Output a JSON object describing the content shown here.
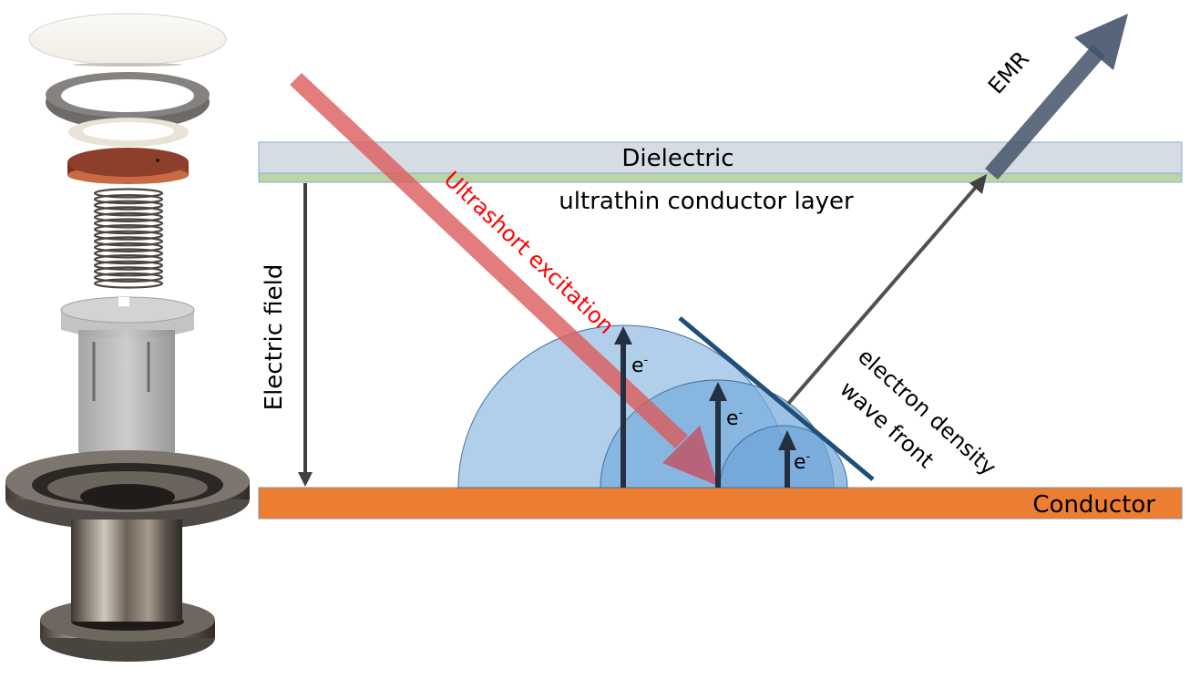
{
  "figure": {
    "description": "Exploded assembly render and schematic of ultrashort-excitation electron density wave emission",
    "assembly": {
      "parts": [
        {
          "name": "window-disc",
          "color": "#f7f4ee"
        },
        {
          "name": "gasket-ring",
          "color": "#6f6c6a"
        },
        {
          "name": "insulator-ring",
          "color": "#f1ebe1"
        },
        {
          "name": "copper-electrode-disc",
          "color": "#a8492b"
        },
        {
          "name": "spring",
          "color": "#4d4944"
        },
        {
          "name": "transparent-holder",
          "color": "#b7b7b9"
        },
        {
          "name": "kf-flange-base",
          "color": "#6f6961"
        }
      ]
    },
    "layers": {
      "dielectric": {
        "label": "Dielectric",
        "color": "#d6dce4",
        "border": "#8eaadb"
      },
      "ultrathin": {
        "label": "ultrathin conductor layer",
        "color": "#b8d7a4"
      },
      "conductor": {
        "label": "Conductor",
        "color": "#ed7d31"
      }
    },
    "labels": {
      "electric_field": "Electric field",
      "excitation": "Ultrashort excitation",
      "emr": "EMR",
      "wave_front_line1": "electron density",
      "wave_front_line2": "wave front",
      "electron": "e",
      "electron_sup": "-"
    },
    "colors": {
      "excitation_arrow": "#e06666",
      "excitation_text": "#ff0000",
      "emr_arrow": "#44546a",
      "wave_front_line": "#1f4e79",
      "field_arrow": "#404040",
      "electron_arrow": "#243040",
      "hemisphere_fill": "#9dc3e6",
      "hemisphere_stroke": "#41719c"
    }
  }
}
